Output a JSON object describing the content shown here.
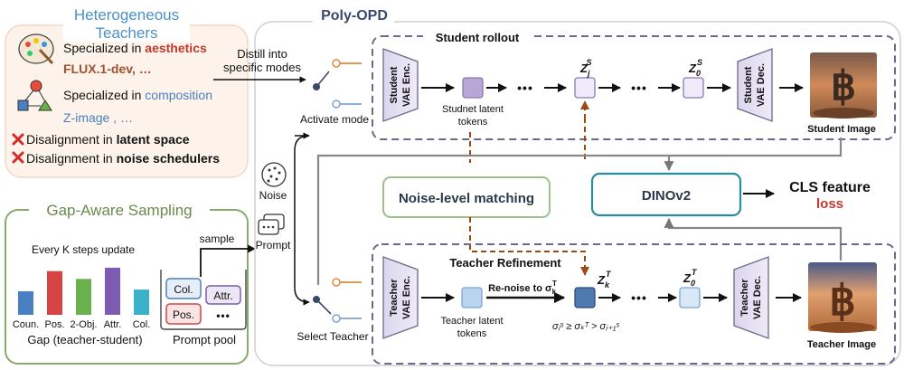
{
  "teachers": {
    "title_line1": "Heterogeneous",
    "title_line2": "Teachers",
    "row1_prefix": "Specialized in ",
    "row1_key": "aesthetics",
    "row1_model": "FLUX.1-dev, …",
    "row2_prefix": "Specialized in ",
    "row2_key": "composition",
    "row2_model": "Z-image , …",
    "bad1_prefix": "Disalignment in ",
    "bad1_key": "latent space",
    "bad2_prefix": "Disalignment in ",
    "bad2_key": "noise schedulers"
  },
  "gap_sampling": {
    "title": "Gap-Aware Sampling",
    "update_label": "Every K steps update",
    "bars": [
      {
        "label": "Coun.",
        "color": "#4a7fc1",
        "value": 0.42
      },
      {
        "label": "Pos.",
        "color": "#d64545",
        "value": 0.78
      },
      {
        "label": "2-Obj.",
        "color": "#6ab04c",
        "value": 0.64
      },
      {
        "label": "Attr.",
        "color": "#7b5cb0",
        "value": 0.84
      },
      {
        "label": "Col.",
        "color": "#3bb0c9",
        "value": 0.45
      }
    ],
    "axis_label": "Gap (teacher-student)",
    "sample_label": "sample",
    "pool_label": "Prompt pool",
    "pool_items": [
      "Col.",
      "Attr.",
      "Pos."
    ],
    "pool_more": "•••"
  },
  "polyopd": {
    "title": "Poly-OPD",
    "distill_line1": "Distill into",
    "distill_line2": "specific modes",
    "activate_mode": "Activate mode",
    "noise_label": "Noise",
    "prompt_label": "Prompt",
    "select_teacher": "Select Teacher"
  },
  "student": {
    "title": "Student rollout",
    "enc_line1": "Student",
    "enc_line2": "VAE Enc.",
    "tokens_line1": "Studnet latent",
    "tokens_line2": "tokens",
    "zj_base": "Z",
    "zj_sub": "j",
    "zj_sup": "S",
    "z0_base": "Z",
    "z0_sub": "0",
    "z0_sup": "S",
    "dec_line1": "Student",
    "dec_line2": "VAE Dec.",
    "image_label": "Student Image",
    "dots": "•••"
  },
  "middle": {
    "noise_matching": "Noise-level matching",
    "dino": "DINOv2",
    "cls_line1": "CLS feature",
    "cls_line2": "loss"
  },
  "teacher": {
    "title": "Teacher Refinement",
    "enc_line1": "Teacher",
    "enc_line2": "VAE Enc.",
    "tokens_line1": "Teacher latent",
    "tokens_line2": "tokens",
    "renoise": "Re-noise to σ",
    "renoise_sub": "k",
    "renoise_sup": "T",
    "zk_base": "Z",
    "zk_sub": "k",
    "zk_sup": "T",
    "z0_base": "Z",
    "z0_sub": "0",
    "z0_sup": "T",
    "condition": "σⱼˢ ≥ σₖᵀ > σⱼ₊₁ˢ",
    "dec_line1": "Teacher",
    "dec_line2": "VAE Dec.",
    "image_label": "Teacher Image",
    "dots": "•••"
  },
  "colors": {
    "orange": "#e08a3c",
    "blue": "#7ea3d6",
    "crimson": "#c0392b",
    "aesthetics": "#c0392b",
    "composition": "#4a7fc1",
    "model_brown": "#a0522d",
    "dashed_brown": "#9c4a14",
    "teal_box": "#2a8c9e",
    "green_box": "#9cc08a"
  }
}
